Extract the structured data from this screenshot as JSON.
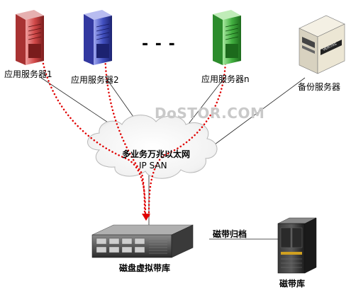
{
  "nodes": {
    "server1": {
      "label": "应用服务器1",
      "color": "#c0392b"
    },
    "server2": {
      "label": "应用服务器2",
      "color": "#3a45b5"
    },
    "servern": {
      "label": "应用服务器n",
      "color": "#3aa83a"
    },
    "backup_server": {
      "label": "备份服务器",
      "brand": "VERITAS"
    },
    "network": {
      "line1": "多业务万兆以太网",
      "line2": "IP SAN"
    },
    "vtl": {
      "label": "磁盘虚拟带库"
    },
    "tape_library": {
      "label": "磁带库"
    },
    "archive_link": {
      "label": "磁带归档"
    }
  },
  "ellipsis": "- - -",
  "watermark": "DoSTOR.COM",
  "colors": {
    "dotted_flow": "#e00000",
    "link": "#222222",
    "cloud_edge": "#b8b8b8"
  }
}
